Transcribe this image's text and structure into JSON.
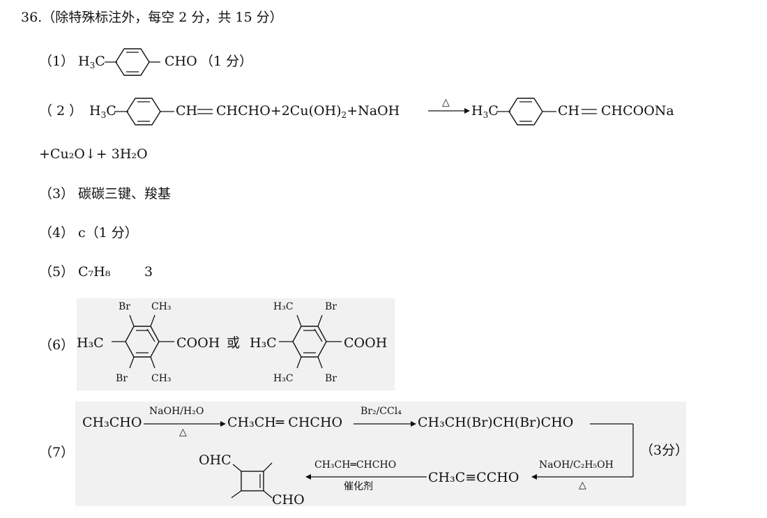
{
  "header": "36.（除特殊标注外，每空 2 分，共 15 分）",
  "q1": {
    "label": "（1）",
    "left": "H",
    "left_sub": "3",
    "left_end": "C",
    "right": "CHO",
    "note": "（1 分）"
  },
  "q2": {
    "label": "（ 2 ）",
    "reactant_left": "H",
    "reactant_sub": "3",
    "reactant_end": "C",
    "reactant_chain": "CH",
    "reactant_rest": "CHCHO+2Cu(OH)",
    "cu_sub": "2",
    "reagent": "+NaOH",
    "condition": "△",
    "product_left": "H",
    "product_sub": "3",
    "product_end": "C",
    "product_chain": "CH",
    "product_rest": "CHCOONa",
    "line2": "+Cu₂O↓+ 3H₂O"
  },
  "q3": {
    "label": "（3）",
    "text": "碳碳三键、羧基"
  },
  "q4": {
    "label": "（4）",
    "text": "c（1 分）"
  },
  "q5": {
    "label": "（5）",
    "formula": "C₇H₈",
    "value": "3"
  },
  "q6": {
    "label": "（6）",
    "br": "Br",
    "ch3": "CH₃",
    "h3c": "H₃C",
    "cooh": "COOH",
    "or": "或"
  },
  "q7": {
    "label": "（7）",
    "start": "CH₃CHO",
    "cond1_top": "NaOH/H₂O",
    "cond1_bottom": "△",
    "int1": "CH₃CH═ CHCHO",
    "cond2_top": "Br₂/CCl₄",
    "int2": "CH₃CH(Br)CH(Br)CHO",
    "points": "（3分）",
    "cond3_top": "NaOH/C₂H₅OH",
    "cond3_bottom": "△",
    "int3": "CH₃C≡CCHO",
    "cond4_top": "CH₃CH═CHCHO",
    "cond4_bottom": "催化剂",
    "prod_top": "OHC",
    "prod_bottom": "CHO"
  }
}
